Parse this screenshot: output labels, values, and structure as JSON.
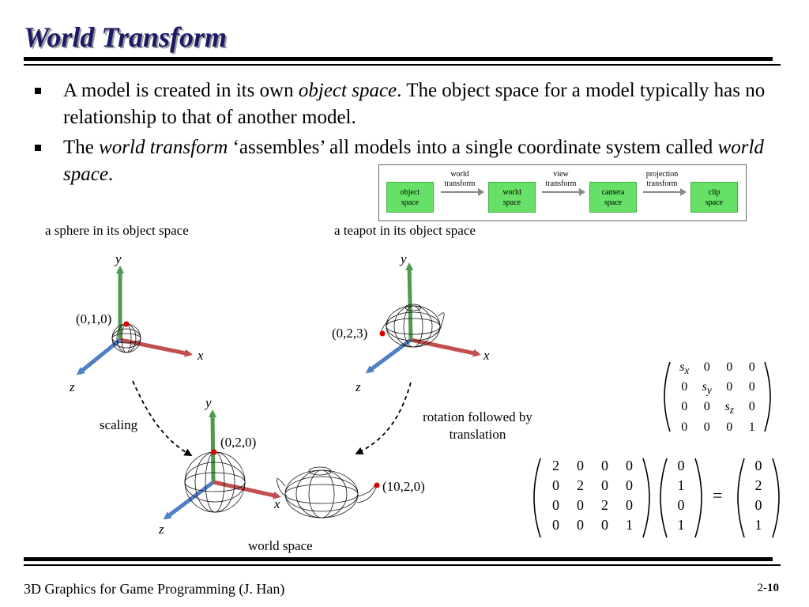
{
  "slide": {
    "title": "World Transform",
    "bullets": [
      {
        "pre": "A model is created in its own ",
        "em": "object space",
        "post": ". The object space for a model typically has no relationship to that of another model."
      },
      {
        "pre": "The ",
        "em": "world transform",
        "mid": " ‘assembles’ all models into a single coordinate system called ",
        "em2": "world space",
        "post": "."
      }
    ]
  },
  "pipeline": {
    "boxes": [
      "object\nspace",
      "world\nspace",
      "camera\nspace",
      "clip\nspace"
    ],
    "labels": [
      "world\ntransform",
      "view\ntransform",
      "projection\ntransform"
    ],
    "box_color": "#66e066"
  },
  "figure": {
    "caption_sphere": "a sphere in its object space",
    "caption_teapot": "a teapot in its object space",
    "caption_world": "world space",
    "scaling_label": "scaling",
    "rotation_label": "rotation followed by translation",
    "axis_x": "x",
    "axis_y": "y",
    "axis_z": "z",
    "sphere_point": "(0,1,0)",
    "teapot_point": "(0,2,3)",
    "world_sphere_point": "(0,2,0)",
    "world_teapot_point": "(10,2,0)",
    "colors": {
      "x_axis": "#c0504d",
      "y_axis": "#4f9a4f",
      "z_axis": "#4f7fc4",
      "point": "#e00000"
    }
  },
  "matrices": {
    "scale": [
      [
        "sx",
        "0",
        "0",
        "0"
      ],
      [
        "0",
        "sy",
        "0",
        "0"
      ],
      [
        "0",
        "0",
        "sz",
        "0"
      ],
      [
        "0",
        "0",
        "0",
        "1"
      ]
    ],
    "example_matrix": [
      [
        "2",
        "0",
        "0",
        "0"
      ],
      [
        "0",
        "2",
        "0",
        "0"
      ],
      [
        "0",
        "0",
        "2",
        "0"
      ],
      [
        "0",
        "0",
        "0",
        "1"
      ]
    ],
    "example_vector": [
      "0",
      "1",
      "0",
      "1"
    ],
    "result_vector": [
      "0",
      "2",
      "0",
      "1"
    ],
    "equals": "="
  },
  "footer": {
    "text": "3D Graphics for Game Programming (J. Han)",
    "page_prefix": "2-",
    "page_num": "10"
  }
}
